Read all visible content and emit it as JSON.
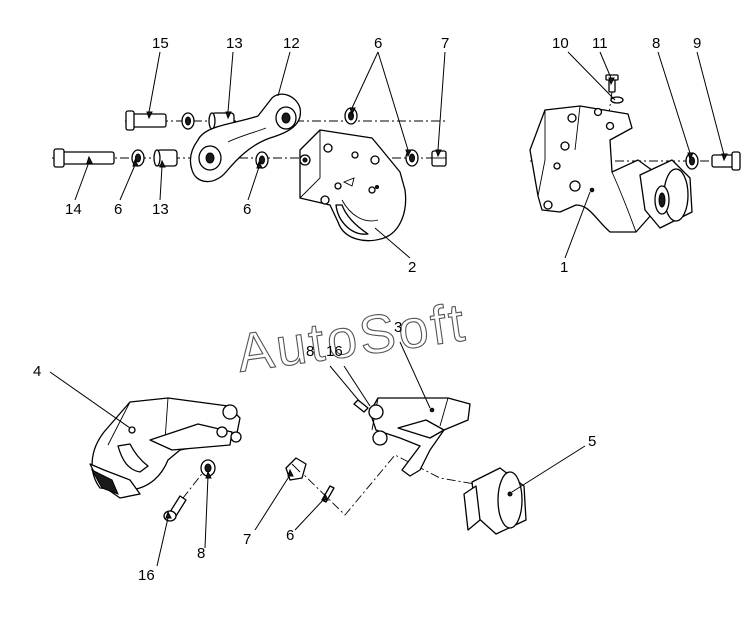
{
  "watermark": "AutoSoft",
  "callouts": {
    "c15": "15",
    "c13a": "13",
    "c12": "12",
    "c6a": "6",
    "c7a": "7",
    "c10": "10",
    "c11": "11",
    "c8a": "8",
    "c9": "9",
    "c14": "14",
    "c6b": "6",
    "c13b": "13",
    "c6c": "6",
    "c2": "2",
    "c1": "1",
    "c3": "3",
    "c8b": "8",
    "c16a": "16",
    "c4": "4",
    "c5": "5",
    "c7b": "7",
    "c6d": "6",
    "c16b": "16",
    "c8c": "8"
  }
}
